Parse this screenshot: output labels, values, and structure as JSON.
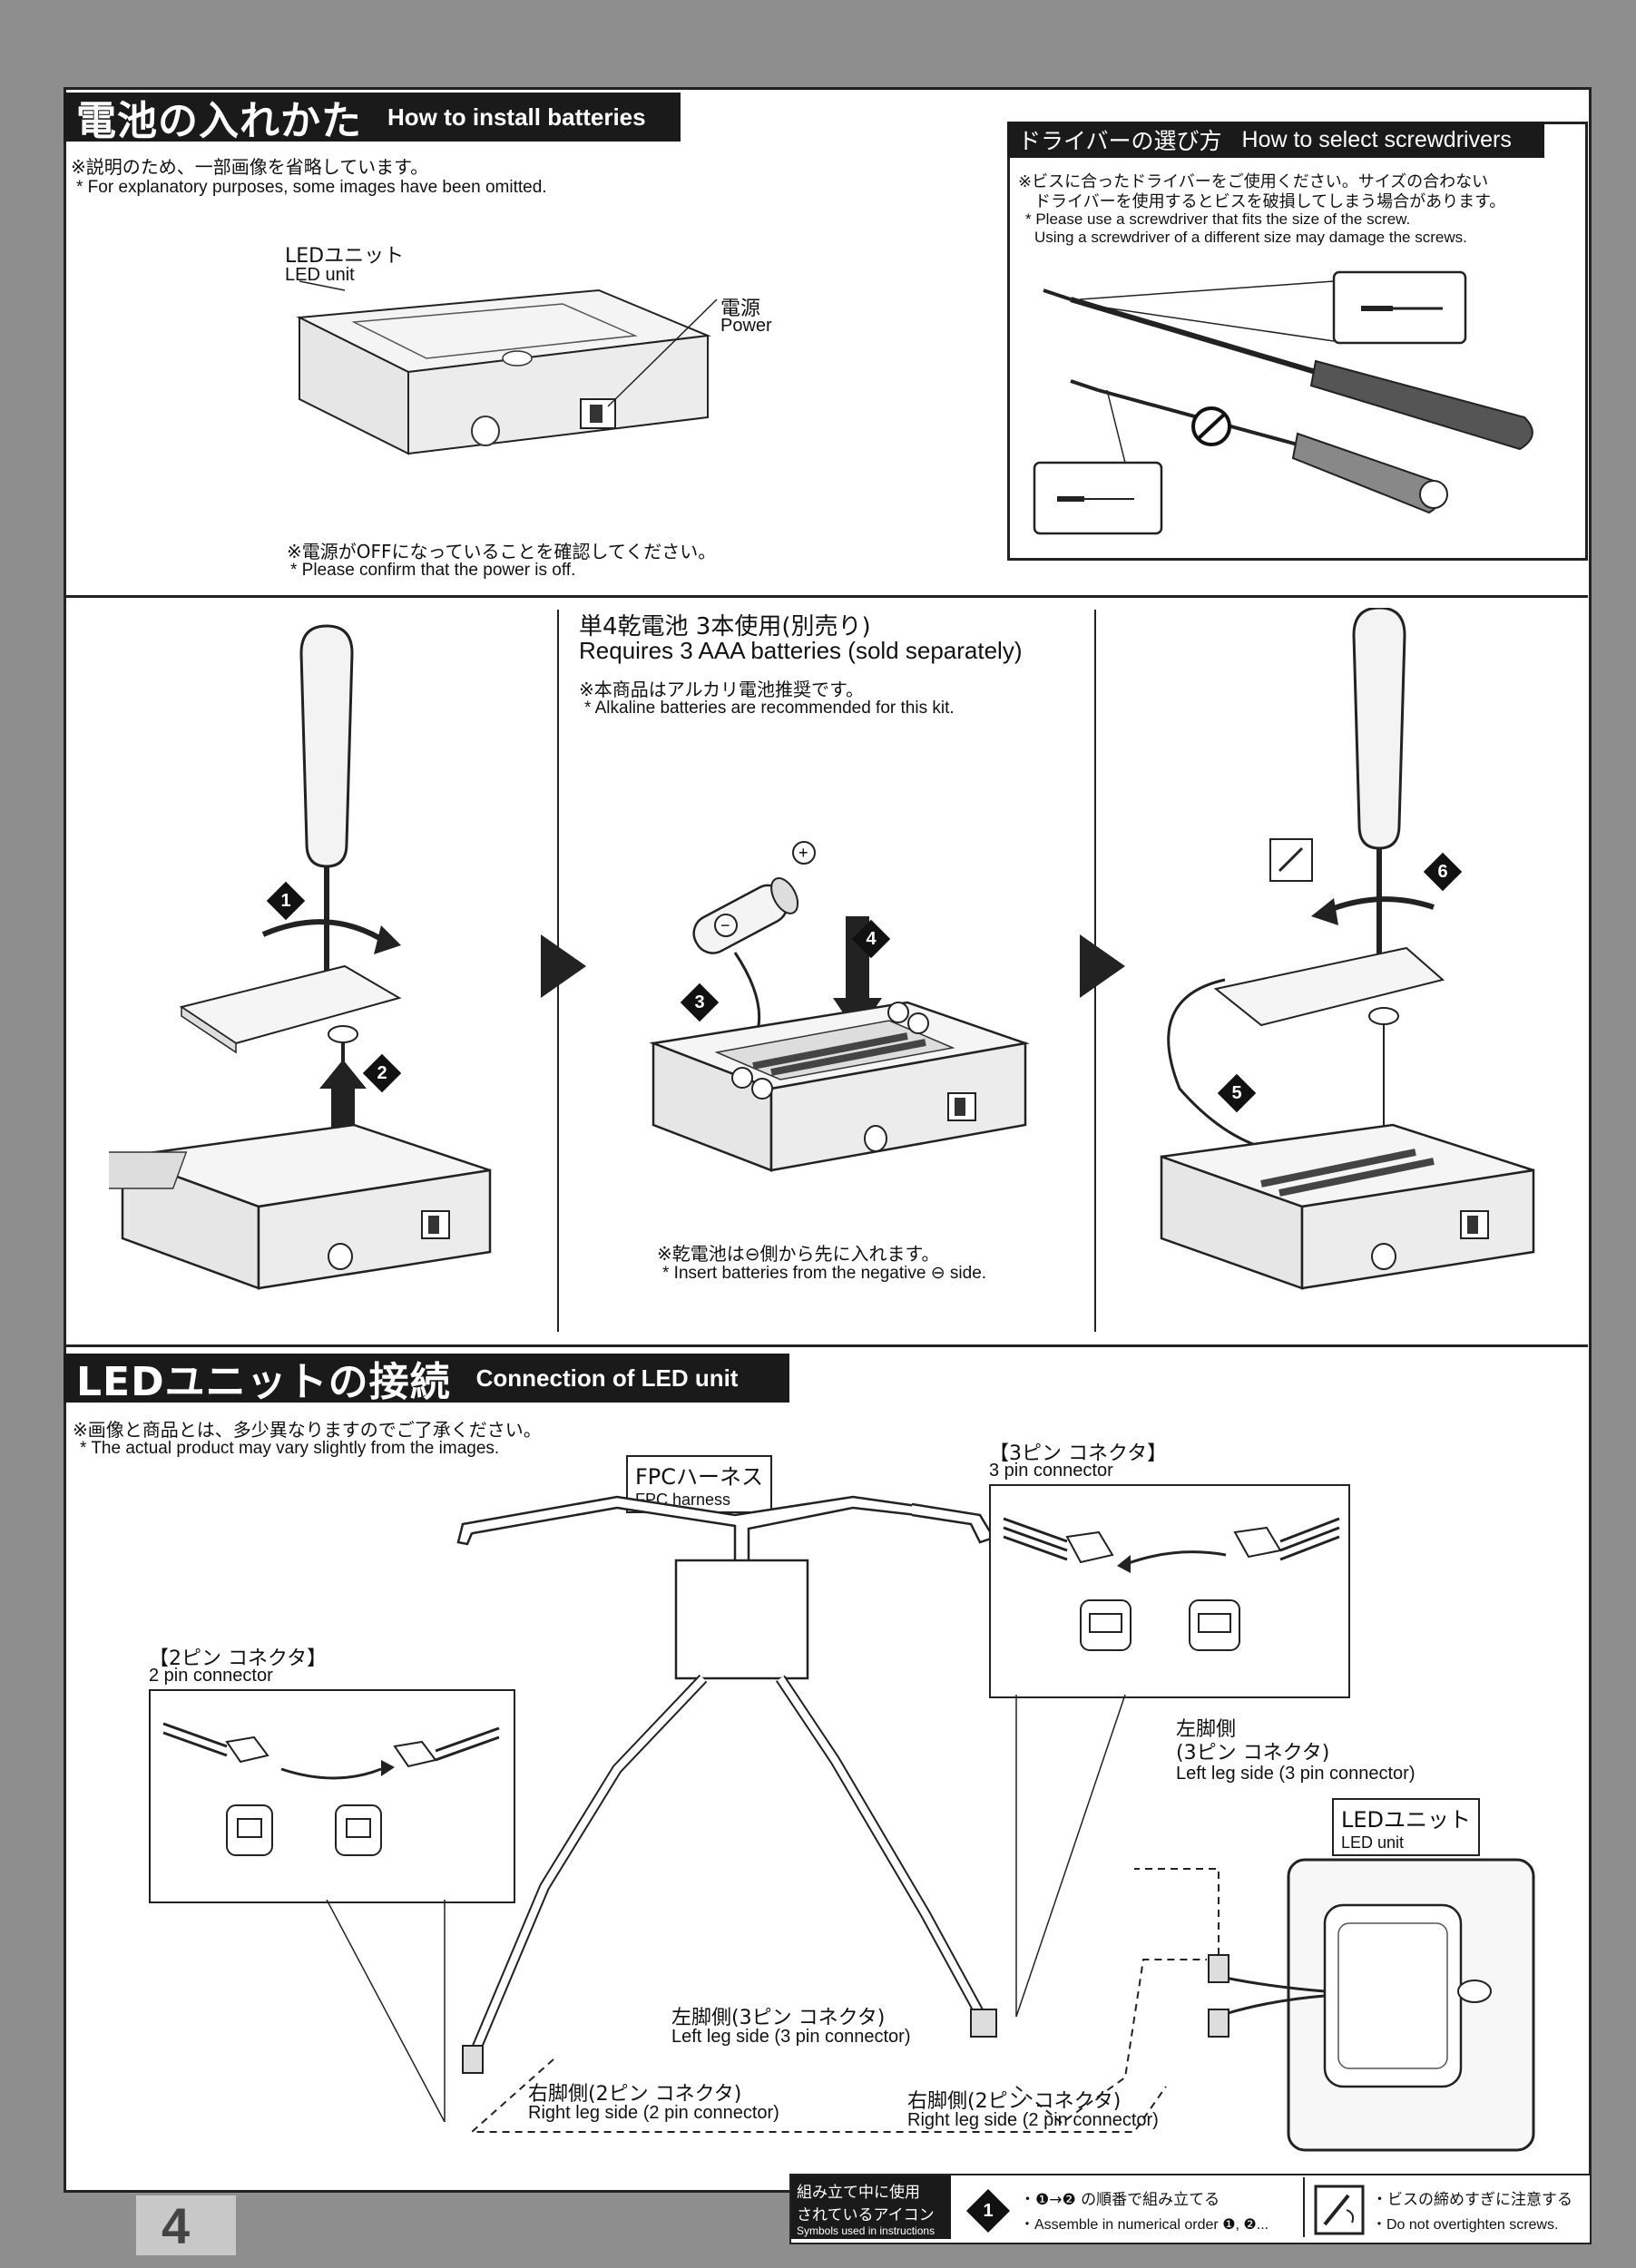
{
  "section1": {
    "title_jp": "電池の入れかた",
    "title_en": "How to install batteries",
    "note_jp": "※説明のため、一部画像を省略しています。",
    "note_en": "* For explanatory purposes, some images have been omitted.",
    "led_label_jp": "LEDユニット",
    "led_label_en": "LED unit",
    "power_label_jp": "電源",
    "power_label_en": "Power",
    "confirm_jp": "※電源がOFFになっていることを確認してください。",
    "confirm_en": "* Please confirm that the power is off."
  },
  "screwdriver_box": {
    "title_jp": "ドライバーの選び方",
    "title_en": "How to select screwdrivers",
    "note_jp_1": "※ビスに合ったドライバーをご使用ください。サイズの合わない",
    "note_jp_2": "ドライバーを使用するとビスを破損してしまう場合があります。",
    "note_en_1": "* Please use a screwdriver that fits the size of the screw.",
    "note_en_2": "Using a screwdriver of a different size may damage the screws."
  },
  "battery_step": {
    "title_jp": "単4乾電池 3本使用(別売り)",
    "title_en": "Requires 3 AAA batteries (sold separately)",
    "note_jp": "※本商品はアルカリ電池推奨です。",
    "note_en": "* Alkaline batteries are recommended for this kit.",
    "insert_jp": "※乾電池は⊖側から先に入れます。",
    "insert_en": "* Insert batteries from the negative ⊖ side.",
    "steps": [
      "1",
      "2",
      "3",
      "4",
      "5",
      "6"
    ]
  },
  "section2": {
    "title_jp": "LEDユニットの接続",
    "title_en": "Connection of LED unit",
    "note_jp": "※画像と商品とは、多少異なりますのでご了承ください。",
    "note_en": "* The actual product may vary slightly from the images.",
    "fpc_jp": "FPCハーネス",
    "fpc_en": "FPC harness",
    "pin3_jp": "【3ピン コネクタ】",
    "pin3_en": "3 pin connector",
    "pin2_jp": "【2ピン コネクタ】",
    "pin2_en": "2 pin connector",
    "left_leg_top_jp_1": "左脚側",
    "left_leg_top_jp_2": "(3ピン コネクタ)",
    "left_leg_top_en": "Left leg side (3 pin connector)",
    "led_unit_jp": "LEDユニット",
    "led_unit_en": "LED unit",
    "left_leg_jp": "左脚側(3ピン コネクタ)",
    "left_leg_en": "Left leg side (3 pin connector)",
    "right_leg_jp": "右脚側(2ピン コネクタ)",
    "right_leg_en": "Right leg side (2 pin connector)",
    "right_leg2_jp": "右脚側(2ピン コネクタ)",
    "right_leg2_en": "Right leg side (2 pin connector)"
  },
  "footer": {
    "page_number": "4",
    "symbols_jp_1": "組み立て中に使用",
    "symbols_jp_2": "されているアイコン",
    "symbols_en": "Symbols used in instructions",
    "order_jp": "・❶→❷ の順番で組み立てる",
    "order_en": "・Assemble in numerical order ❶, ❷...",
    "overtighten_jp": "・ビスの締めすぎに注意する",
    "overtighten_en": "・Do not overtighten screws."
  }
}
